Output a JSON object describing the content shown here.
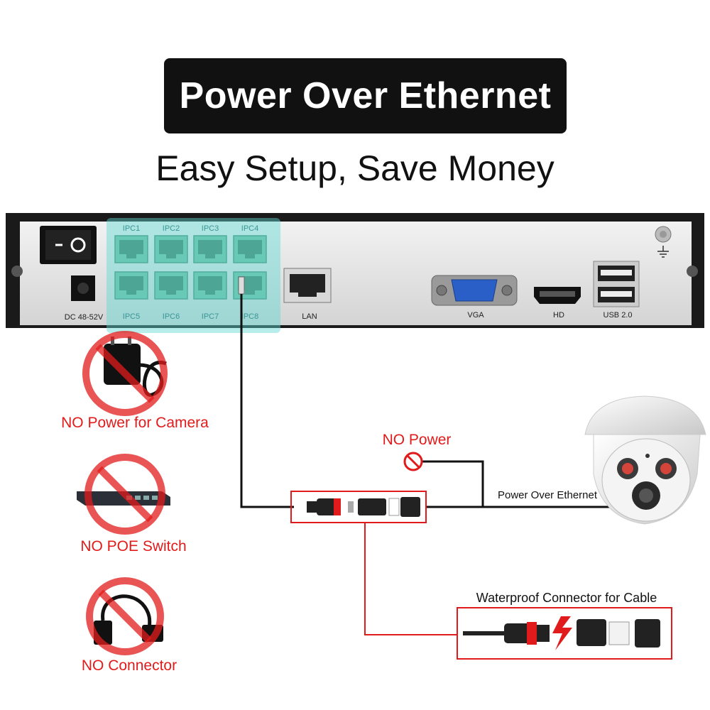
{
  "header": {
    "title": "Power Over Ethernet",
    "subtitle": "Easy Setup, Save Money"
  },
  "nvr": {
    "ports_top": [
      "IPC1",
      "IPC2",
      "IPC3",
      "IPC4"
    ],
    "ports_bottom": [
      "IPC5",
      "IPC6",
      "IPC7",
      "IPC8"
    ],
    "power_label": "DC 48-52V",
    "lan_label": "LAN",
    "vga_label": "VGA",
    "hd_label": "HD",
    "usb_label": "USB 2.0"
  },
  "left_items": [
    {
      "label": "NO Power for Camera",
      "icon": "power-adapter-icon"
    },
    {
      "label": "NO  POE Switch",
      "icon": "poe-switch-icon"
    },
    {
      "label": "NO Connector",
      "icon": "usb-connector-icon"
    }
  ],
  "labels": {
    "no_power": "NO Power",
    "poe": "Power Over Ethernet",
    "waterproof": "Waterproof Connector for Cable"
  },
  "colors": {
    "accent_red": "#e11b1b",
    "poe_highlight": "#5fd6d0",
    "title_bg": "#111111",
    "port_green": "#7fc9a8"
  }
}
